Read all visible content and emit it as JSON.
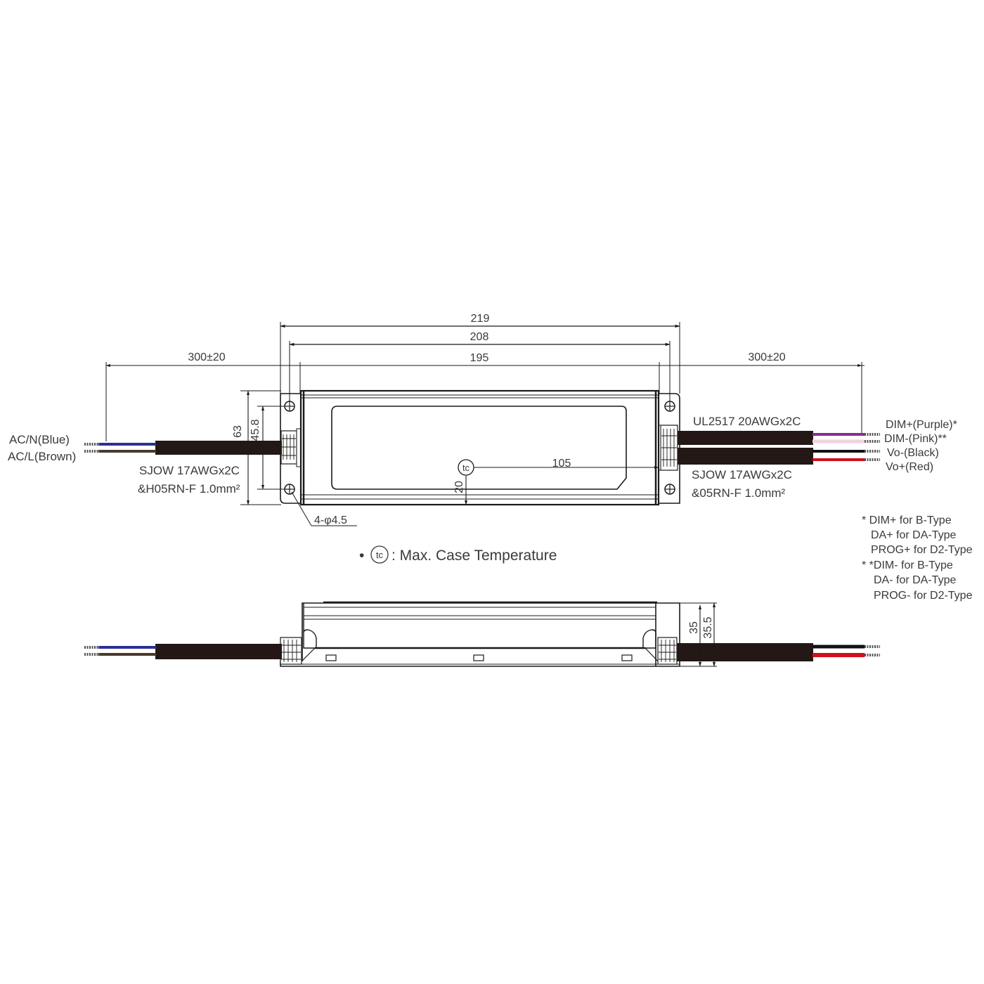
{
  "top_view": {
    "dimensions": {
      "overall_length": "219",
      "mounting_hole_pitch": "208",
      "body_length": "195",
      "left_cable_length": "300±20",
      "right_cable_length": "300±20",
      "overall_width": "63",
      "mounting_hole_spacing": "45.8",
      "tc_offset_x": "105",
      "tc_offset_y": "20",
      "mounting_holes": "4-φ4.5"
    },
    "input_cable": {
      "wires": [
        {
          "label": "AC/N(Blue)",
          "color": "#2b2f9a"
        },
        {
          "label": "AC/L(Brown)",
          "color": "#4a3a2c"
        }
      ],
      "spec_line1": "SJOW 17AWGx2C",
      "spec_line2": "&H05RN-F 1.0mm²"
    },
    "output_cables": {
      "dim_cable_spec": "UL2517 20AWGx2C",
      "power_cable_spec_line1": "SJOW 17AWGx2C",
      "power_cable_spec_line2": "&05RN-F 1.0mm²",
      "wires": [
        {
          "label": "DIM+(Purple)*",
          "color": "#8b2c8e"
        },
        {
          "label": "DIM-(Pink)**",
          "color": "#f3d2dc"
        },
        {
          "label": "Vo-(Black)",
          "color": "#111111"
        },
        {
          "label": "Vo+(Red)",
          "color": "#d0101a"
        }
      ]
    },
    "tc_symbol": "tc"
  },
  "legend": {
    "bullet": "•",
    "tc_symbol": "tc",
    "text": ": Max. Case Temperature"
  },
  "footnotes": [
    "* DIM+ for B-Type",
    "DA+ for DA-Type",
    "PROG+ for D2-Type",
    "* *DIM- for B-Type",
    "DA- for DA-Type",
    "PROG- for D2-Type"
  ],
  "side_view": {
    "dimensions": {
      "height": "35",
      "overall_height": "35.5"
    },
    "left_wires": [
      {
        "color": "#2b2f9a"
      },
      {
        "color": "#4a3a2c"
      }
    ],
    "right_wires": [
      {
        "color": "#111111"
      },
      {
        "color": "#d0101a"
      }
    ]
  },
  "colors": {
    "cable_jacket": "#231815",
    "line": "#1a1a1a",
    "text": "#3a3a3a"
  }
}
